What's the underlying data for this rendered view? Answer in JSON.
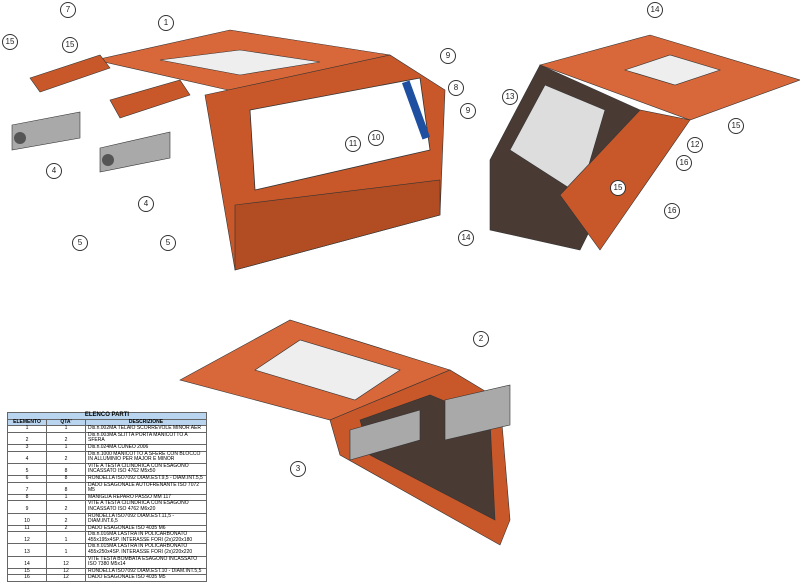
{
  "colors": {
    "frame": "#c8582a",
    "frame_dark": "#8a3a1c",
    "frame_inner": "#4a3a34",
    "block": "#a9a9a9",
    "handle": "#1e4fa0",
    "table_header": "#b8d4ee"
  },
  "callouts": [
    "1",
    "7",
    "15",
    "15",
    "9",
    "8",
    "9",
    "10",
    "11",
    "4",
    "4",
    "5",
    "5",
    "14",
    "13",
    "12",
    "15",
    "15",
    "16",
    "14",
    "2",
    "3",
    "16"
  ],
  "parts_list": {
    "title": "ELENCO PARTI",
    "headers": [
      "ELEMENTO",
      "QTA'",
      "DESCRIZIONE"
    ],
    "rows": [
      [
        "1",
        "1",
        "Dis.n.002MA TELAIO SCORREVOLE MINOR AER"
      ],
      [
        "2",
        "2",
        "Dis.n.003MA SLITTA PORTA MANICOTTO A SFERA"
      ],
      [
        "3",
        "1",
        "Dis.n.024MA CUNEO 2006"
      ],
      [
        "4",
        "2",
        "Dis.n.1000 MANICOTTO A SFERE CON BLOCCO IN ALLUMINIO PER MAJOR E MINOR"
      ],
      [
        "5",
        "8",
        "VITE A TESTA CILINDRICA CON ESAGONO INCASSATO ISO 4762 M5x50"
      ],
      [
        "6",
        "8",
        "RONDELLA ISO7092 DIAM.EST.9,5 - DIAM.INT.5,5"
      ],
      [
        "7",
        "8",
        "DADO ESAGONALE AUTOFRENANTE ISO 7072 M5"
      ],
      [
        "8",
        "1",
        "MANIGLIA REPARO PASSO MM 117"
      ],
      [
        "9",
        "2",
        "VITE A TESTA CILINDRICA CON ESAGONO INCASSATO ISO 4762 M6x20"
      ],
      [
        "10",
        "2",
        "RONDELLA ISO7092 DIAM.EST.11,5 - DIAM.INT.6,5"
      ],
      [
        "11",
        "2",
        "DADO ESAGONALE ISO 4035 M6"
      ],
      [
        "12",
        "1",
        "Dis.n.016MA LASTRA IN POLICARBONATO 455x195x4SP. INTERASSE FORI (2x)220x180"
      ],
      [
        "13",
        "1",
        "Dis.n.015MA LASTRA IN POLICARBONATO 455x250x4SP. INTERASSE FORI (2x)220x220"
      ],
      [
        "14",
        "12",
        "VITE TESTA BOMBATA ESAGONO INCASSATO ISO 7380 M5x14"
      ],
      [
        "15",
        "12",
        "RONDELLA ISO7092 DIAM.EST.10 - DIAM.INT.5,5"
      ],
      [
        "16",
        "12",
        "DADO ESAGONALE ISO 4035 M5"
      ]
    ]
  }
}
